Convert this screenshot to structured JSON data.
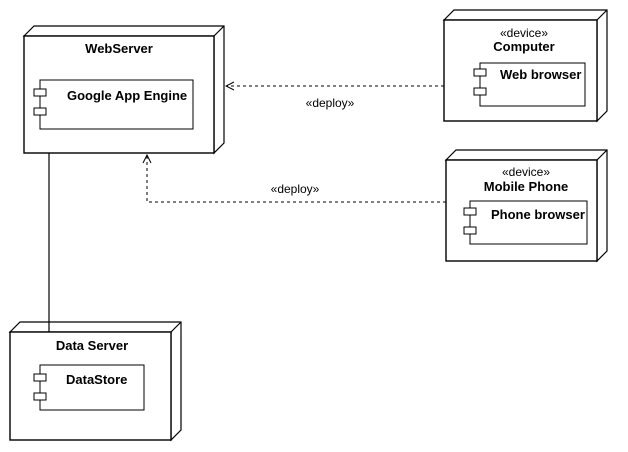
{
  "nodes": {
    "webserver": {
      "title": "WebServer",
      "component": "Google App Engine"
    },
    "computer": {
      "stereotype": "«device»",
      "title": "Computer",
      "component": "Web browser"
    },
    "mobile": {
      "stereotype": "«device»",
      "title": "Mobile Phone",
      "component": "Phone browser"
    },
    "dataserver": {
      "title": "Data Server",
      "component": "DataStore"
    }
  },
  "edges": {
    "computer_deploy": "«deploy»",
    "mobile_deploy": "«deploy»"
  }
}
